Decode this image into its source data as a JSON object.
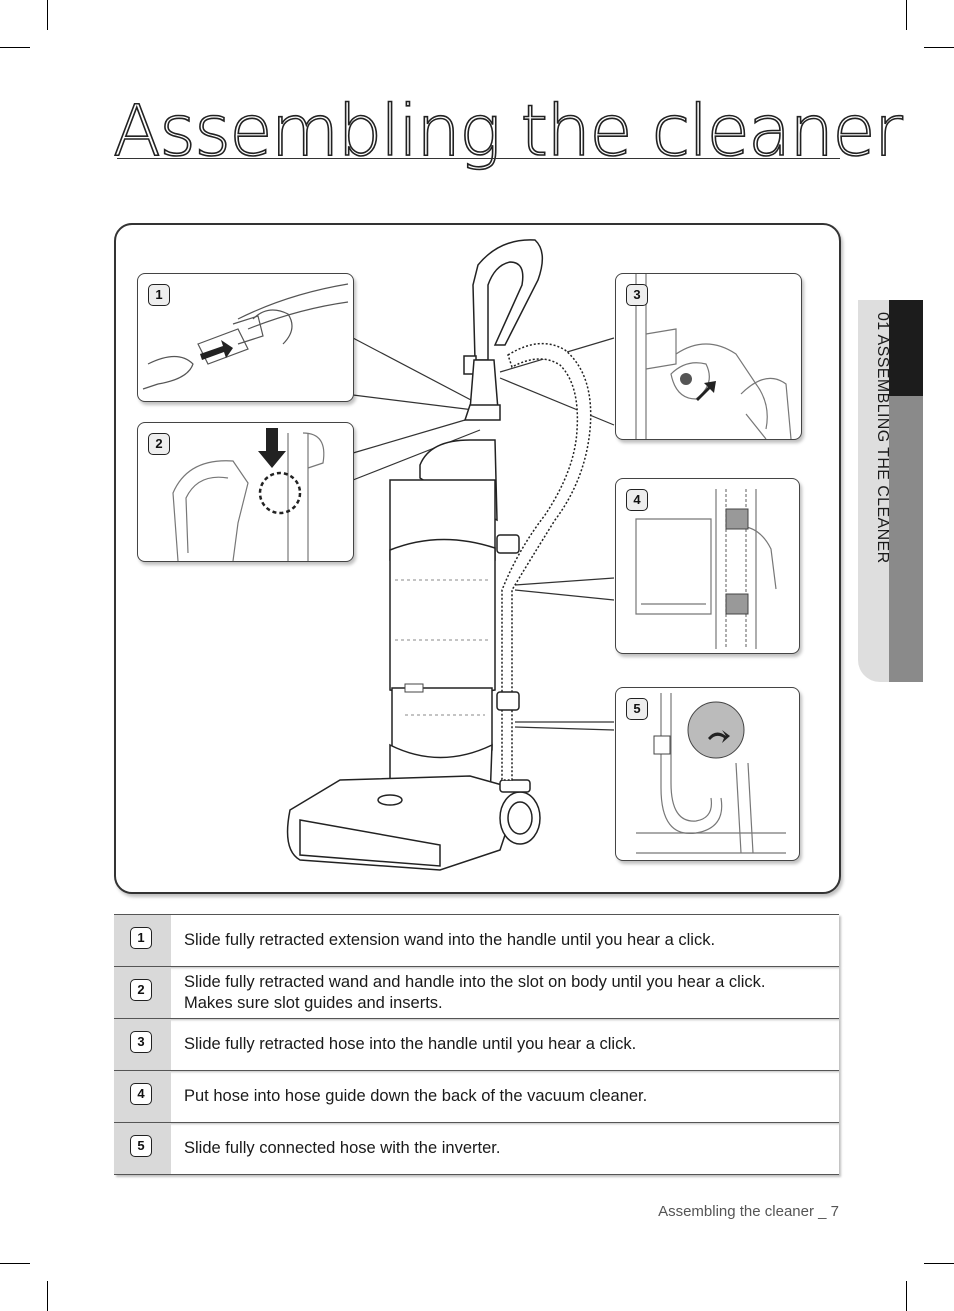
{
  "title": "Assembling the cleaner",
  "side_tab": {
    "label": "01 ASSEMBLING THE CLEANER"
  },
  "figure": {
    "insets": [
      {
        "number": "1"
      },
      {
        "number": "2"
      },
      {
        "number": "3"
      },
      {
        "number": "4"
      },
      {
        "number": "5"
      }
    ]
  },
  "steps": [
    {
      "number": "1",
      "text": "Slide fully retracted extension wand into the handle until you hear a click."
    },
    {
      "number": "2",
      "text": "Slide fully retracted wand and handle into the slot on body until you hear a click.\nMakes sure slot guides and inserts."
    },
    {
      "number": "3",
      "text": "Slide fully retracted hose into the handle until you hear a click."
    },
    {
      "number": "4",
      "text": "Put hose into hose guide down the back of the vacuum cleaner."
    },
    {
      "number": "5",
      "text": "Slide fully connected hose with the inverter."
    }
  ],
  "footer": "Assembling the cleaner _ 7",
  "colors": {
    "tab_dark": "#1c1c1c",
    "tab_mid": "#8a8a8a",
    "tab_light": "#dedede",
    "num_cell": "#d9d9d9"
  }
}
